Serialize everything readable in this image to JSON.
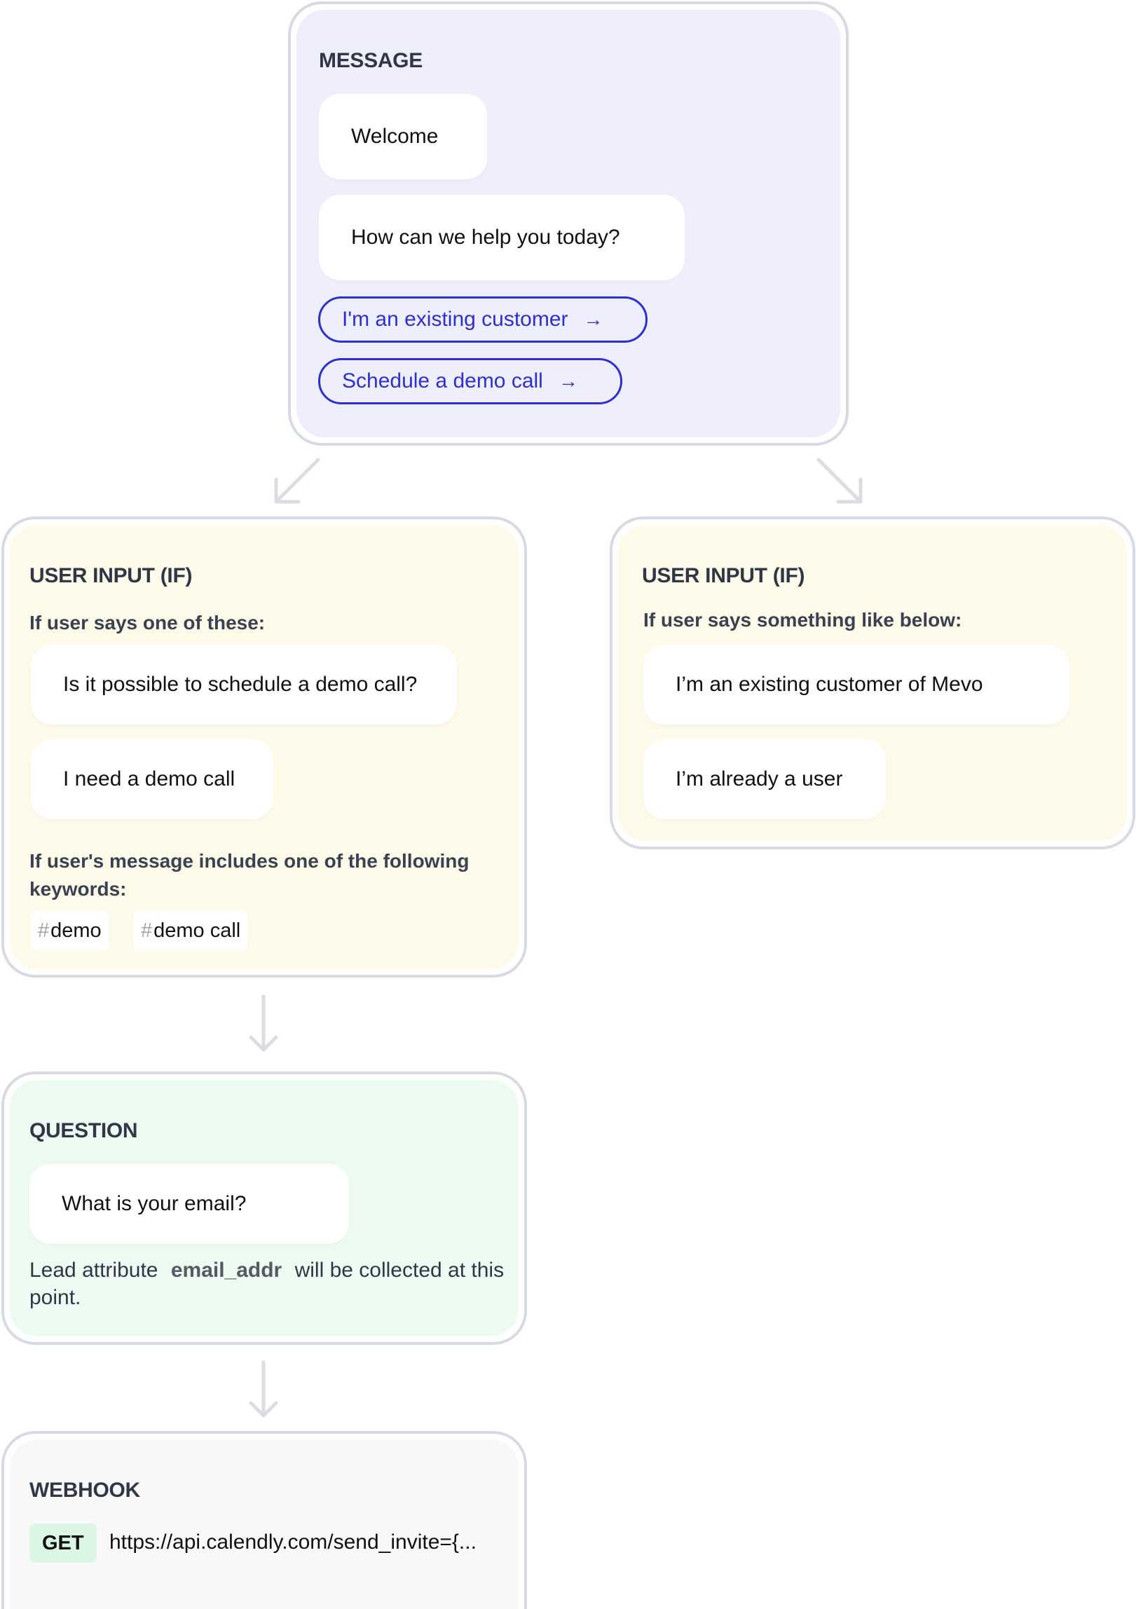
{
  "message_node": {
    "title": "MESSAGE",
    "bubbles": [
      "Welcome",
      "How can we help you today?"
    ],
    "buttons": [
      "I'm an existing customer",
      "Schedule a demo call"
    ],
    "button_arrow": "→",
    "color_bg": "#efeefc",
    "color_accent": "#2d2fd1"
  },
  "input_left": {
    "title": "USER INPUT (IF)",
    "phrases_label": "If user says one of these:",
    "phrases": [
      "Is it possible to schedule a demo call?",
      "I need a demo call"
    ],
    "keywords_label": "If user's message includes one of the following keywords:",
    "keyword_prefix": "#",
    "keywords": [
      "demo",
      "demo call"
    ],
    "color_bg": "#fdfaea"
  },
  "input_right": {
    "title": "USER INPUT (IF)",
    "phrases_label": "If user says something like below:",
    "phrases": [
      "I’m an existing customer of Mevo",
      "I’m already a user"
    ],
    "color_bg": "#fdfaea"
  },
  "question_node": {
    "title": "QUESTION",
    "bubble": "What is your email?",
    "note_before": "Lead attribute",
    "attribute": "email_addr",
    "note_after": "will be collected at this point.",
    "color_bg": "#edfaf1"
  },
  "webhook_node": {
    "title": "WEBHOOK",
    "method": "GET",
    "url": "https://api.calendly.com/send_invite={...",
    "color_bg": "#f8f8f8",
    "method_bg": "#dcf6e4"
  }
}
